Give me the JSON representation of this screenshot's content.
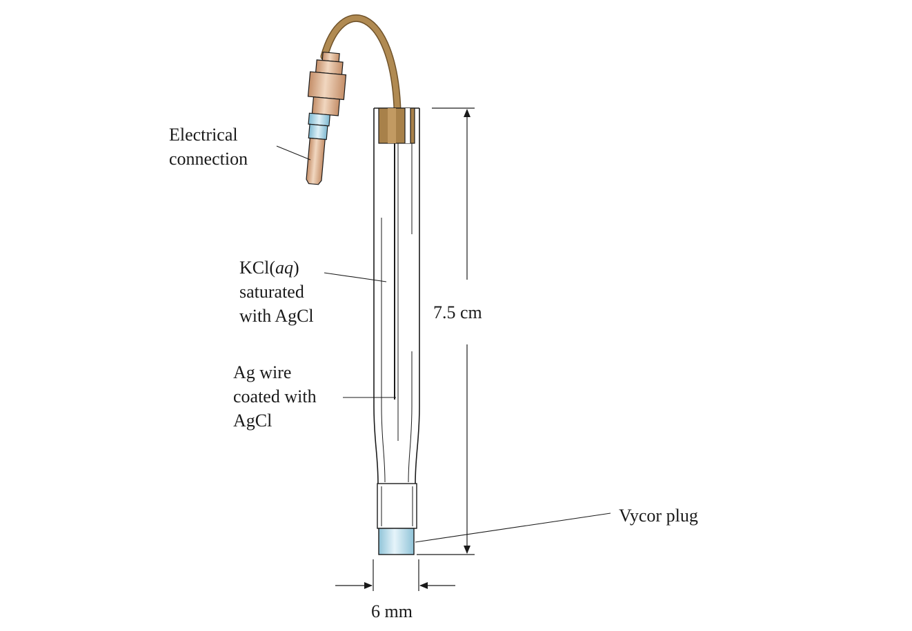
{
  "labels": {
    "electrical_line1": "Electrical",
    "electrical_line2": "connection",
    "kcl_prefix": "KCl(",
    "kcl_aq": "aq",
    "kcl_suffix": ")",
    "kcl_line2": "saturated",
    "kcl_line3": "with AgCl",
    "ag_line1": "Ag wire",
    "ag_line2": "coated with",
    "ag_line3": "AgCl",
    "length": "7.5 cm",
    "vycor": "Vycor plug",
    "width": "6 mm"
  },
  "colors": {
    "cable": "#a8814a",
    "connector": "#e0b894",
    "connector_shadow": "#c9966e",
    "pin_ring": "#a9d4e6",
    "plug": "#b7dbe9",
    "outline": "#1a1a1a"
  }
}
